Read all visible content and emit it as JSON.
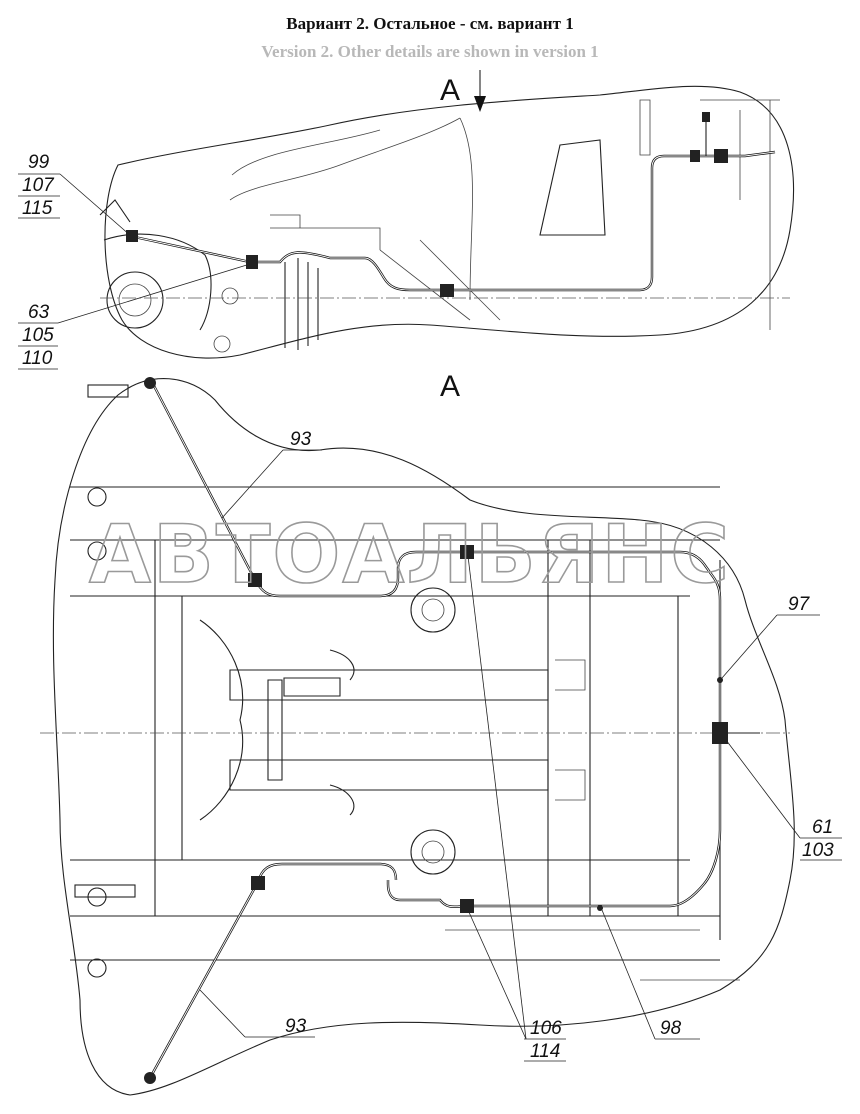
{
  "header": {
    "title_ru": "Вариант 2. Остальное - см. вариант 1",
    "title_en": "Version 2. Other details are shown in version 1"
  },
  "views": {
    "arrow_label": "A",
    "section_label": "A"
  },
  "callouts": {
    "top_a": [
      "99",
      "107",
      "115"
    ],
    "top_b": [
      "63",
      "105",
      "110"
    ],
    "pipe_upper": "93",
    "pipe_lower": "93",
    "right_97": "97",
    "right_tee": [
      "61",
      "103"
    ],
    "bottom_clips": [
      "106",
      "114"
    ],
    "bottom_98": "98"
  },
  "watermark": "АВТОАЛЬЯНС"
}
